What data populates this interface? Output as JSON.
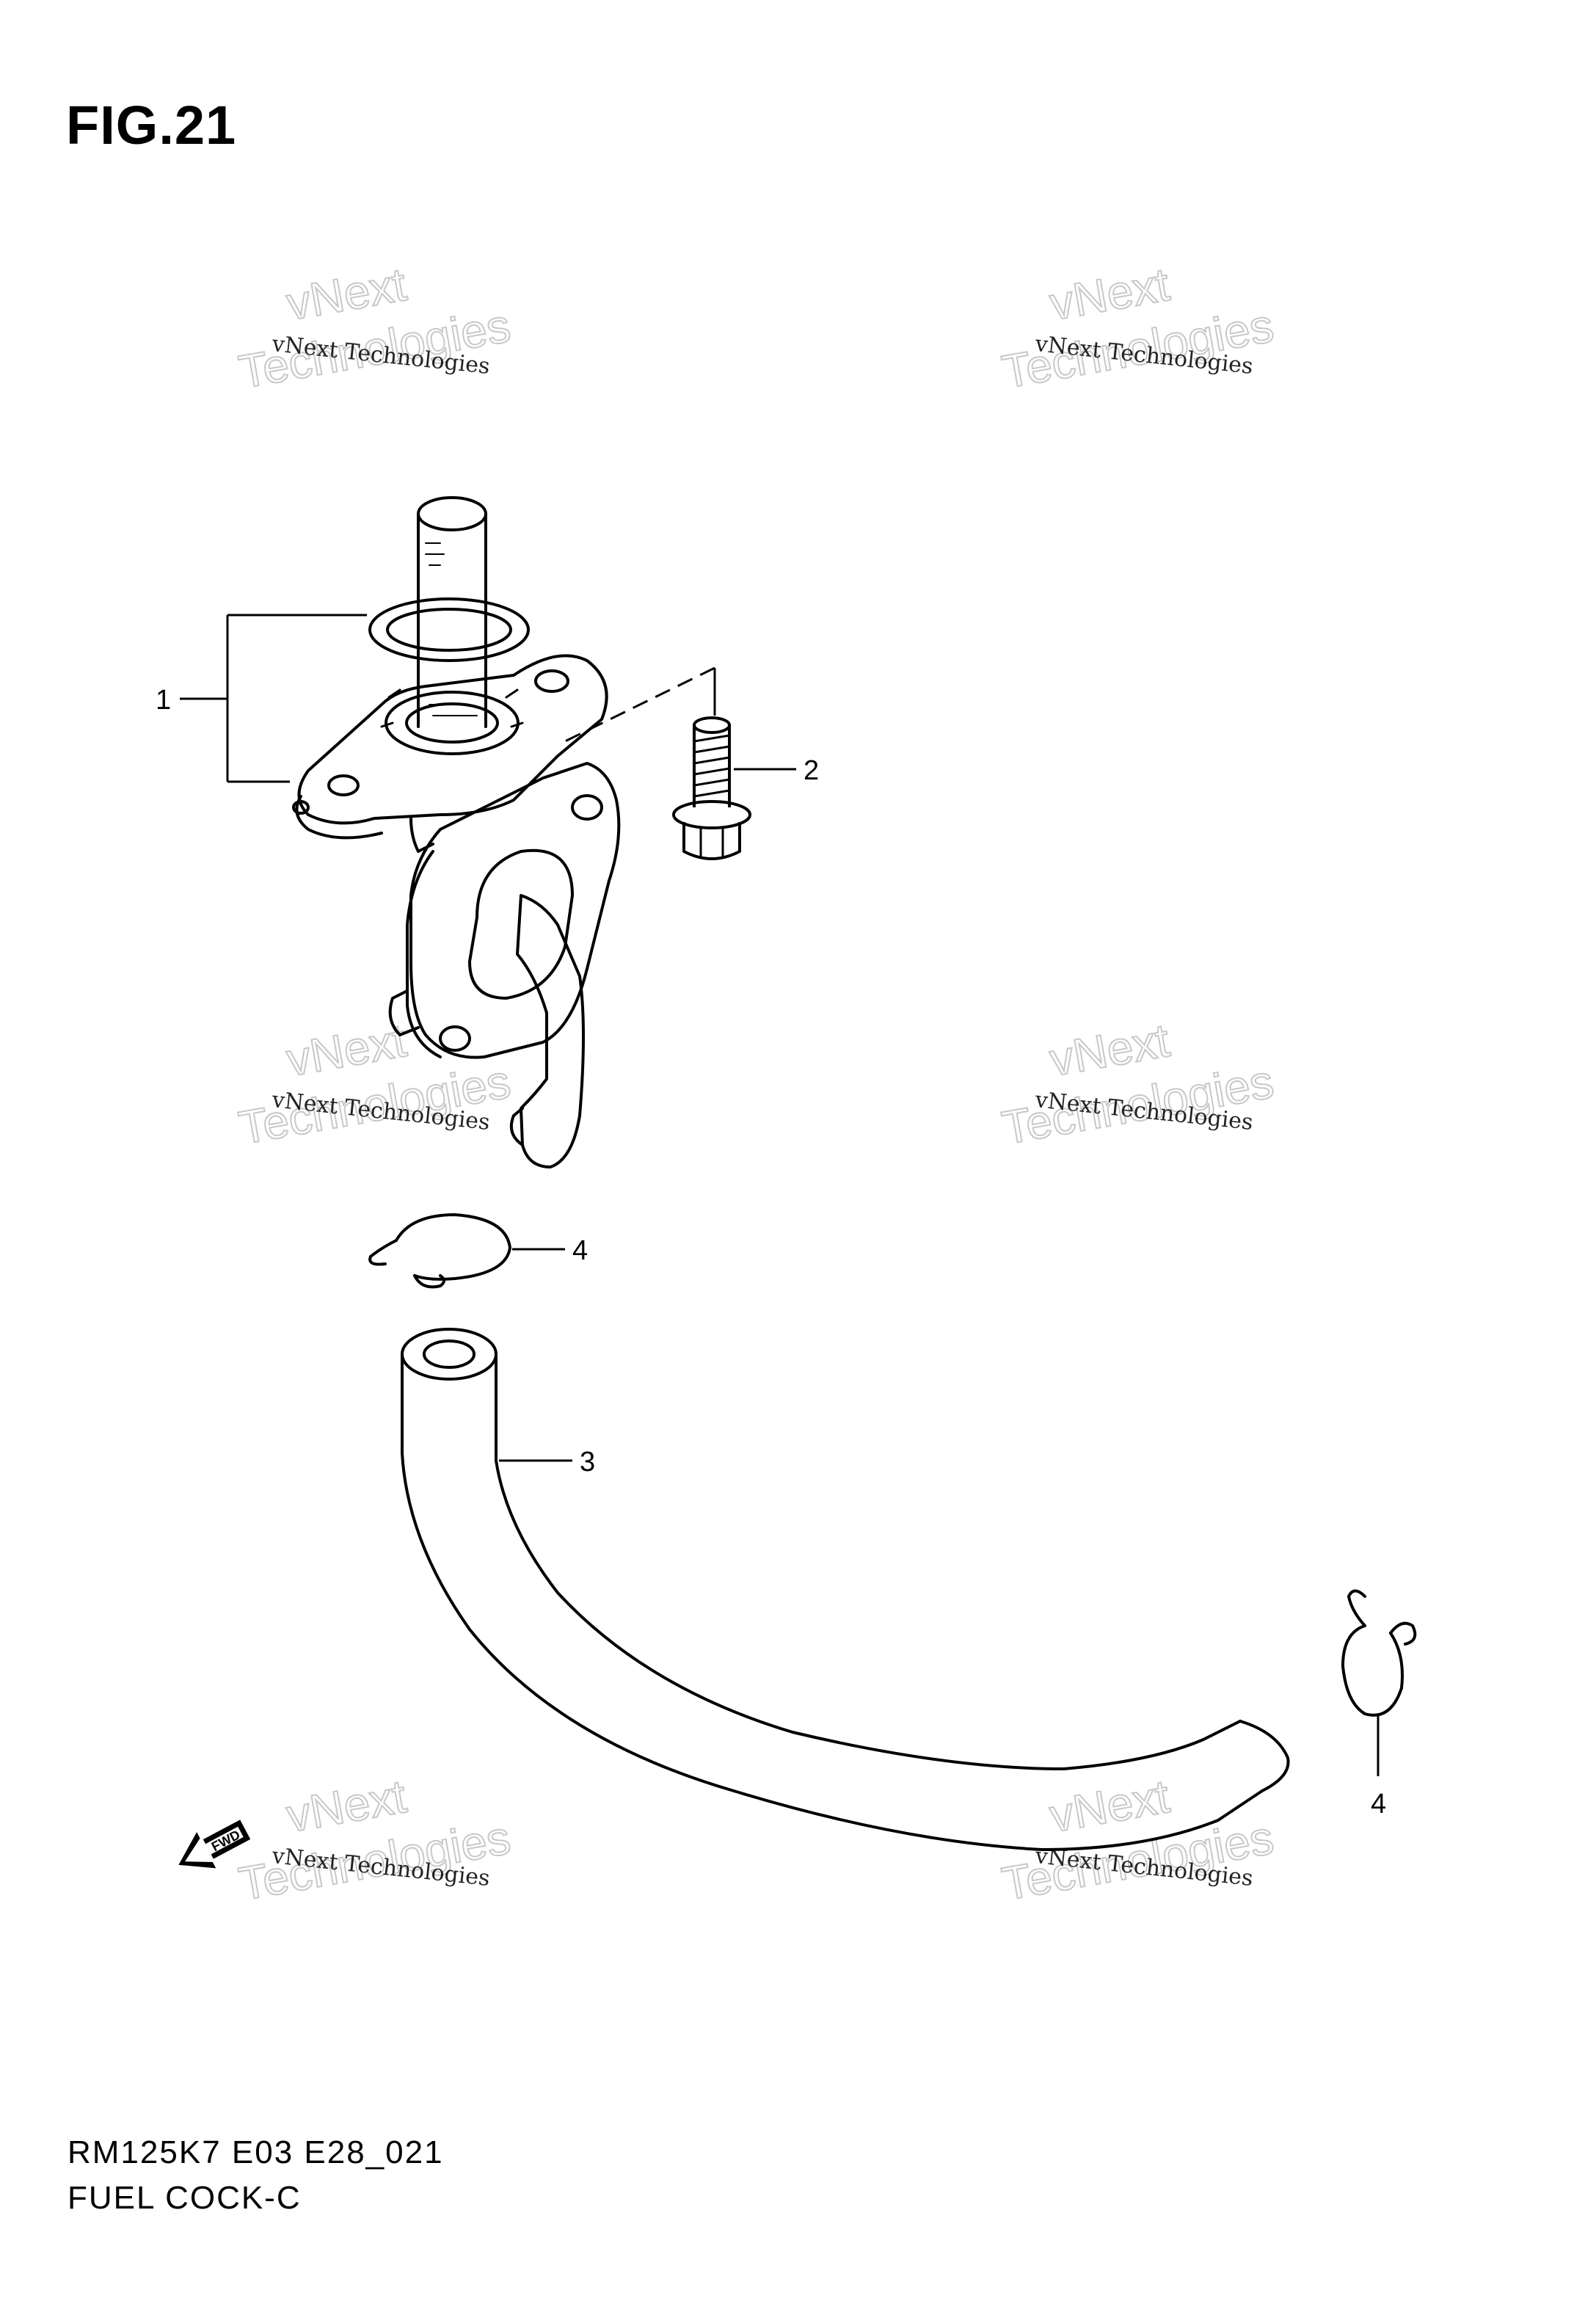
{
  "figure": {
    "title": "FIG.21"
  },
  "watermark": {
    "line1": "vNext Technologies",
    "ghost_top": "vNext",
    "ghost_bottom": "Technologies"
  },
  "callouts": {
    "fuel_cock": "1",
    "bolt": "2",
    "hose": "3",
    "clip_upper": "4",
    "clip_lower": "4"
  },
  "fwd_label": "FWD",
  "footer": {
    "code": "RM125K7 E03 E28_021",
    "name": "FUEL COCK-C"
  },
  "colors": {
    "line": "#000000",
    "watermark_ghost": "#c8c8c8",
    "background": "#ffffff"
  }
}
